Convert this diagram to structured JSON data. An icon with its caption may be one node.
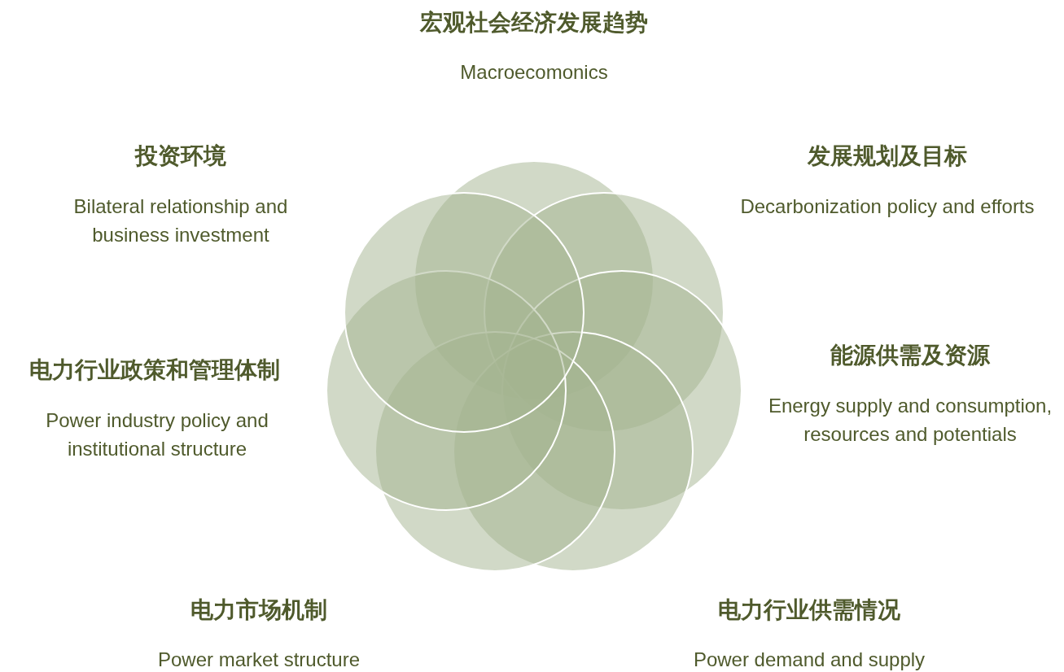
{
  "diagram": {
    "labels": [
      "宏观社会经济发展趋势",
      "Macroecomonics",
      "投资环境",
      "Bilateral relationship and business investment",
      "发展规划及目标",
      "Decarbonization policy and efforts",
      "电力行业政策和管理体制",
      "Power industry policy and institutional structure",
      "能源供需及资源",
      "Energy supply and consumption, resources and potentials",
      "电力市场机制",
      "Power market structure",
      "电力行业供需情况",
      "Power demand and supply"
    ]
  }
}
